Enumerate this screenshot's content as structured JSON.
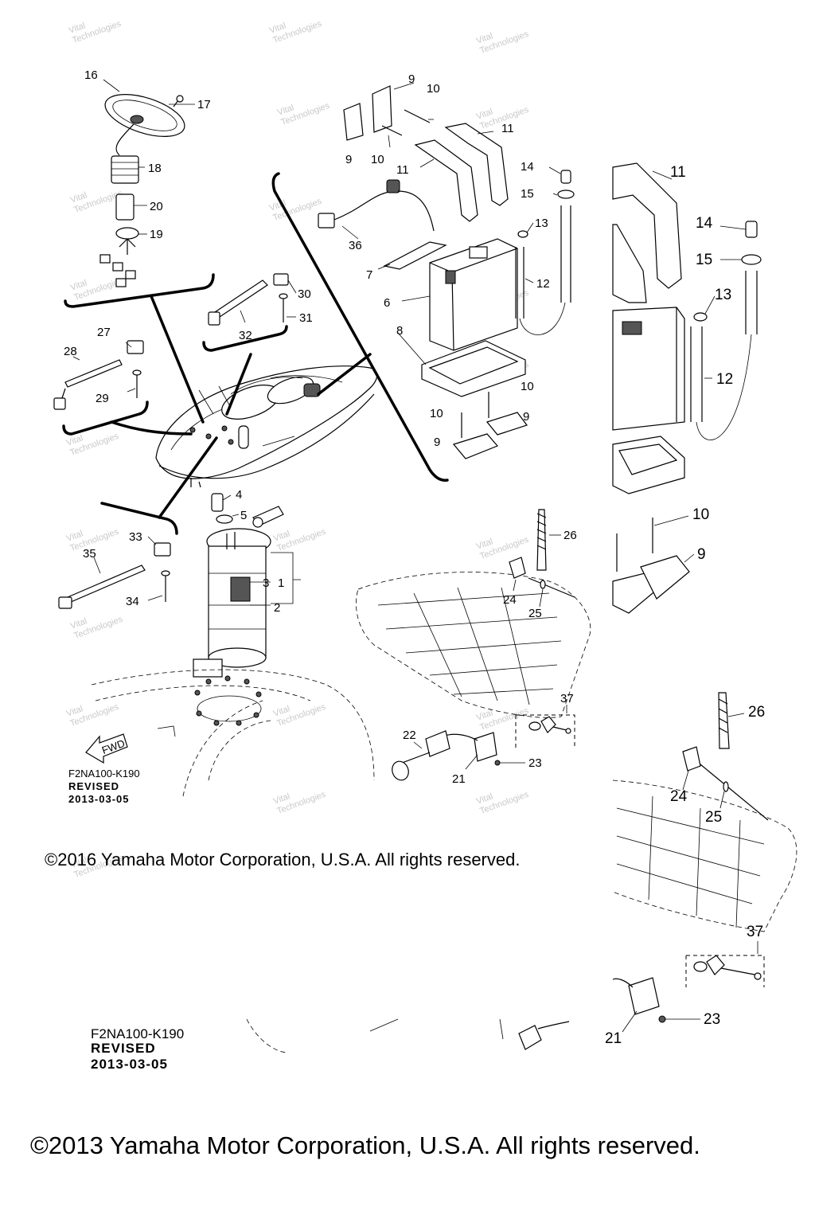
{
  "diagram": {
    "watermark_lines": [
      "Vital",
      "Technologies"
    ],
    "callouts_main": [
      "1",
      "2",
      "3",
      "4",
      "5",
      "6",
      "7",
      "8",
      "9",
      "9",
      "9",
      "9",
      "10",
      "10",
      "10",
      "10",
      "11",
      "11",
      "12",
      "13",
      "14",
      "15",
      "16",
      "17",
      "18",
      "19",
      "20",
      "21",
      "22",
      "23",
      "24",
      "25",
      "26",
      "27",
      "28",
      "29",
      "30",
      "31",
      "32",
      "33",
      "34",
      "35",
      "36",
      "37"
    ],
    "callouts_zoom": [
      "9",
      "10",
      "11",
      "12",
      "13",
      "14",
      "15",
      "21",
      "23",
      "24",
      "25",
      "26",
      "37"
    ],
    "fwd_label": "FWD",
    "revision_upper": {
      "code": "F2NA100-K190",
      "status": "REVISED",
      "date": "2013-03-05"
    },
    "revision_lower": {
      "code": "F2NA100-K190",
      "status": "REVISED",
      "date": "2013-03-05"
    },
    "copyright_upper": "©2016 Yamaha Motor Corporation, U.S.A. All rights reserved.",
    "copyright_lower": "©2013 Yamaha Motor Corporation, U.S.A. All rights reserved."
  }
}
